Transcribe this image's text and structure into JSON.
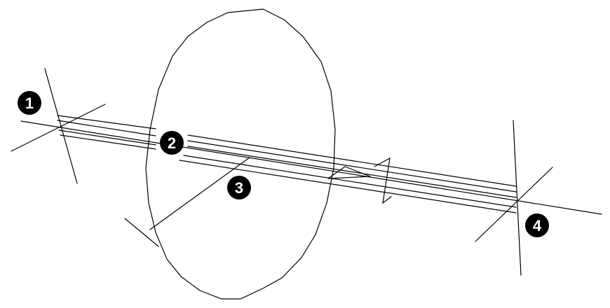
{
  "diagram": {
    "colors": {
      "background": "#ffffff",
      "line": "#000000",
      "marker_fill": "#000000",
      "marker_text": "#ffffff"
    },
    "markers": [
      {
        "id": "marker-1",
        "label": "1"
      },
      {
        "id": "marker-2",
        "label": "2"
      },
      {
        "id": "marker-3",
        "label": "3"
      },
      {
        "id": "marker-4",
        "label": "4"
      }
    ]
  }
}
